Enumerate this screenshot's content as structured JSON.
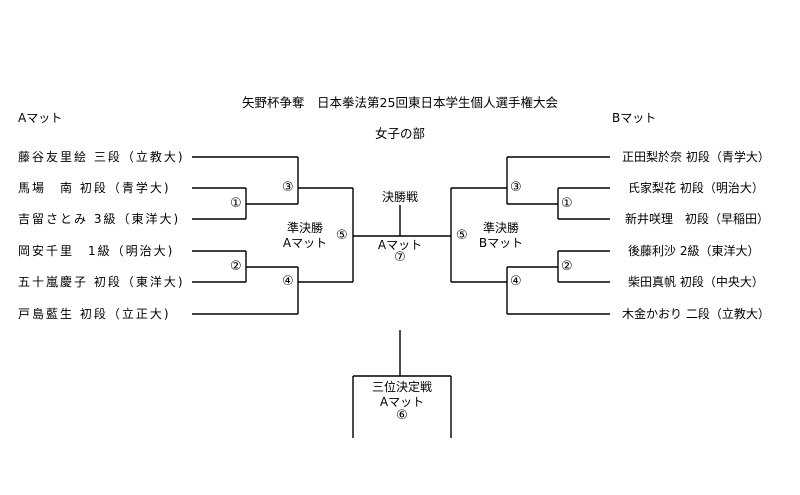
{
  "title": "矢野杯争奪　日本拳法第25回東日本学生個人選手権大会",
  "subtitle": "女子の部",
  "mat_labels": {
    "left": "Aマット",
    "right": "Bマット"
  },
  "left_players": [
    "藤谷友里絵 三段（立教大)",
    "馬場　南 初段（青学大)",
    "吉留さとみ 3級（東洋大)",
    "岡安千里　1級（明治大)",
    "五十嵐慶子 初段（東洋大)",
    "戸島藍生 初段（立正大)"
  ],
  "right_players": [
    "正田梨於奈 初段（青学大）",
    "氏家梨花 初段（明治大）",
    "新井咲理　初段（早稲田）",
    "後藤利沙 2級（東洋大）",
    "柴田真帆 初段（中央大）",
    "木金かおり 二段（立教大）"
  ],
  "match_numbers": {
    "left_1": "①",
    "left_2": "②",
    "left_3": "③",
    "left_4": "④",
    "left_5": "⑤",
    "right_1": "①",
    "right_2": "②",
    "right_3": "③",
    "right_4": "④",
    "right_5": "⑤",
    "final": "⑦",
    "third_place": "⑥"
  },
  "semifinal_left": {
    "label": "準決勝",
    "mat": "Aマット"
  },
  "semifinal_right": {
    "label": "準決勝",
    "mat": "Bマット"
  },
  "final": {
    "label": "決勝戦",
    "mat": "Aマット"
  },
  "third_place": {
    "label": "三位決定戦",
    "mat": "Aマット"
  }
}
